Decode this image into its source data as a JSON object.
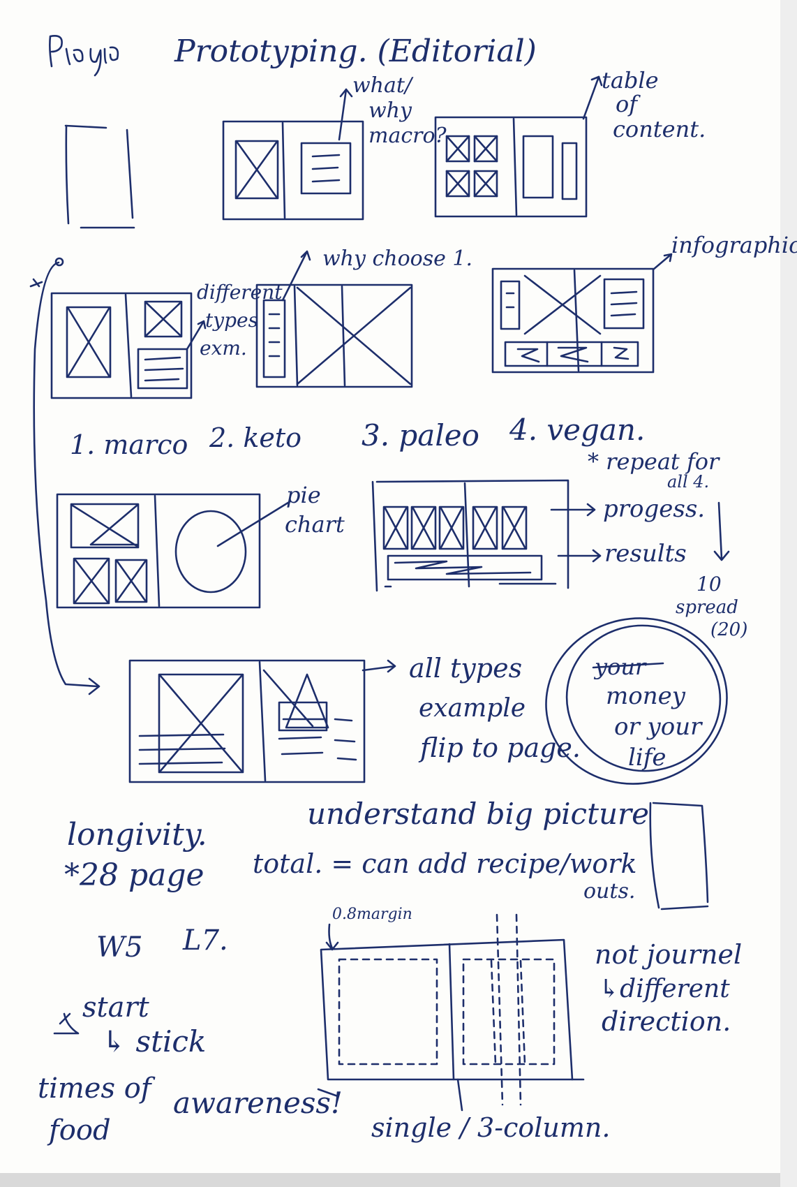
{
  "colors": {
    "ink": "#1d2e6b",
    "paper": "#fdfdfb"
  },
  "title": "Prototyping. (Editorial)",
  "notes": {
    "what_why_macro": [
      "what/",
      "why",
      "macro?"
    ],
    "table_of_content": [
      "table",
      "of",
      "content."
    ],
    "different_types": [
      "different",
      "types",
      "exm."
    ],
    "why_choose": "why choose 1.",
    "infographic": "infographic",
    "diets": [
      "1. marco",
      "2. keto",
      "3. paleo",
      "4. vegan."
    ],
    "repeat": [
      "* repeat for",
      "all 4."
    ],
    "pie_chart": [
      "pie",
      "chart"
    ],
    "progess": "progess.",
    "results": "results",
    "spread": [
      "10",
      "spread",
      "(20)"
    ],
    "all_types": [
      "all types",
      "example",
      "flip to page."
    ],
    "your_money": [
      "your",
      "money",
      "or your",
      "life"
    ],
    "longivity": "longivity.",
    "understand": "understand big picture",
    "page_total": [
      "*28 page",
      "total. = can add recipe/work",
      "outs."
    ],
    "dims": [
      "W5",
      "L7."
    ],
    "margin": "0.8margin",
    "not_journal": [
      "not journel",
      "↳different",
      "direction."
    ],
    "start": [
      "start",
      "↳ stick"
    ],
    "times_of_food": [
      "times of",
      "food"
    ],
    "awareness": "awareness!",
    "columns": "single / 3-column."
  }
}
